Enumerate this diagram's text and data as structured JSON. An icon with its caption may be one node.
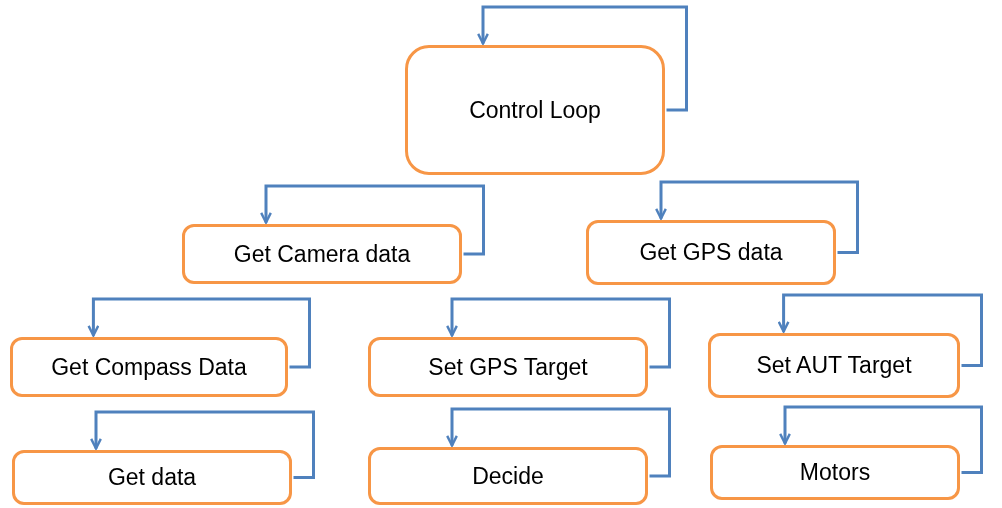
{
  "diagram": {
    "nodes": [
      {
        "text": [
          "Control Loop"
        ]
      },
      {
        "text": [
          "Get Camera data"
        ]
      },
      {
        "text": [
          "Get GPS data"
        ]
      },
      {
        "text": [
          "Get Compass Data"
        ]
      },
      {
        "text": [
          "Set GPS Target"
        ]
      },
      {
        "text": [
          "Set AUT Target"
        ]
      },
      {
        "text": [
          "Get data"
        ]
      },
      {
        "text": [
          "Decide"
        ]
      },
      {
        "text": [
          "Motors"
        ]
      }
    ],
    "edges": [
      {
        "from": 0,
        "to": 0,
        "arrow": "to"
      },
      {
        "from": 1,
        "to": 1,
        "arrow": "to"
      },
      {
        "from": 2,
        "to": 2,
        "arrow": "to"
      },
      {
        "from": 3,
        "to": 3,
        "arrow": "to"
      },
      {
        "from": 4,
        "to": 4,
        "arrow": "to"
      },
      {
        "from": 5,
        "to": 5,
        "arrow": "to"
      },
      {
        "from": 6,
        "to": 6,
        "arrow": "to"
      },
      {
        "from": 7,
        "to": 7,
        "arrow": "to"
      },
      {
        "from": 8,
        "to": 8,
        "arrow": "to"
      }
    ]
  }
}
